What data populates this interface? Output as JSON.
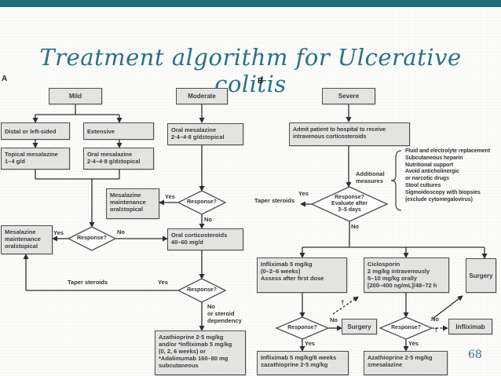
{
  "slide": {
    "title": "Treatment algorithm for Ulcerative colitis",
    "page_number": "68",
    "accent_color": "#2a7086",
    "top_bar_color": "#1e6b7a"
  },
  "labels": {
    "yes": "Yes",
    "no": "No",
    "response": "Response?",
    "dagger": "†"
  },
  "panel_a": {
    "panel_label": "A",
    "mild": "Mild",
    "distal_left_sided": "Distal or left-sided",
    "extensive": "Extensive",
    "topical_mesalazine": "Topical mesalazine\n1–4 g/d",
    "oral_mesalazine": "Oral mesalazine\n2·4–4·8 g/d±topical",
    "mesalazine_maintenance_left": "Mesalazine\nmaintenance\noral±topical",
    "taper_steroids": "Taper steroids",
    "moderate": "Moderate",
    "oral_mesalazine_moderate": "Oral mesalazine\n2·4–4·8 g/d±topical",
    "mesalazine_maintenance_mid": "Mesalazine\nmaintenance\noral±topical",
    "oral_corticosteroids": "Oral corticosteroids\n40–60 mg/d",
    "no_steroid_dependency": "No\nor steroid\ndependency",
    "azathioprine_biologics": "Azathioprine 2·5 mg/kg\nand/or *Infliximab 5 mg/kg\n(0, 2, 6 weeks) or\n*Adalimumab 160–80 mg\nsubcutaneous"
  },
  "panel_b": {
    "panel_label": "B",
    "severe": "Severe",
    "admit": "Admit patient to hospital to receive\nintravenous corticosteroids",
    "additional_measures": "Additional\nmeasures",
    "measures_list": "Fluid and electrolyte replacement\nSubcutaneous heparin\nNutritional support\nAvoid anticholinergic\nor narcotic drugs\nStool cultures\nSigmoidoscopy with biopsies\n(exclude cytomegalovirus)",
    "response_evaluate": "Response?\nEvaluate after\n3–5 days",
    "taper_steroids": "Taper steroids",
    "infliximab_induction": "Infliximab 5 mg/kg\n(0–2–6 weeks)\nAssess after first dose",
    "ciclosporin": "Ciclosporin\n2 mg/kg intravenously\n5–10 mg/kg orally\n[200–400 ng/mL]/48–72 h",
    "surgery_top": "Surgery",
    "surgery_mid": "Surgery",
    "infliximab_rescue": "Infliximab",
    "infliximab_maintenance": "Infliximab 5 mg/kg/8 weeks\n±azathioprine 2·5 mg/kg",
    "azathioprine_maintenance": "Azathioprine 2·5 mg/kg\n±mesalazine"
  }
}
